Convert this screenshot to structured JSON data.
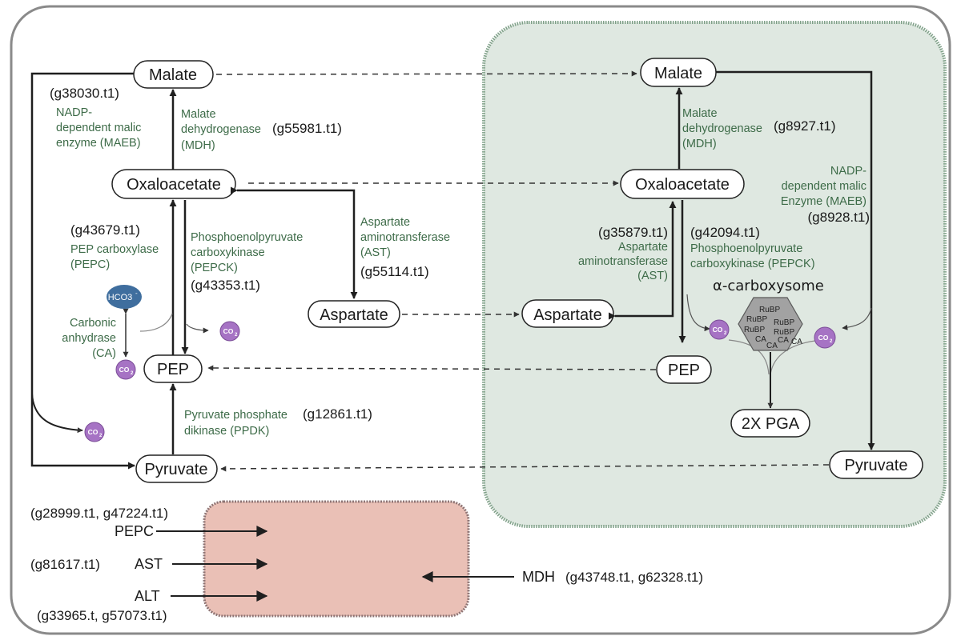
{
  "colors": {
    "enzyme_text": "#3d6b48",
    "chloroplast_fill": "#dfe8e1",
    "chloroplast_border": "#7fa088",
    "mito_fill": "#eac0b6",
    "mito_border": "#8e7474",
    "co2_fill": "#a673c4",
    "hco3_fill": "#3f6e9e",
    "carboxysome_fill": "#a2a2a2"
  },
  "left": {
    "malate": "Malate",
    "oxaloacetate": "Oxaloacetate",
    "aspartate": "Aspartate",
    "pep": "PEP",
    "pyruvate": "Pyruvate",
    "maeb_gene": "(g38030.t1)",
    "maeb_enzyme": [
      "NADP-",
      "dependent malic",
      "enzyme (MAEB)"
    ],
    "mdh_enzyme": [
      "Malate",
      "dehydrogenase"
    ],
    "mdh_abbr": "(MDH)",
    "mdh_gene": "(g55981.t1)",
    "pepc_gene": "(g43679.t1)",
    "pepc_enzyme": [
      "PEP carboxylase",
      "(PEPC)"
    ],
    "pepck_enzyme": [
      "Phosphoenolpyruvate",
      "carboxykinase",
      "(PEPCK)"
    ],
    "pepck_gene": "(g43353.t1)",
    "ast_enzyme": [
      "Aspartate",
      "aminotransferase",
      "(AST)"
    ],
    "ast_gene": "(g55114.t1)",
    "ca_enzyme": [
      "Carbonic",
      "anhydrase",
      "(CA)"
    ],
    "hco3": "HCO3",
    "hco3_sup": "-",
    "ppdk_enzyme_l1": "Pyruvate phosphate",
    "ppdk_gene": "(g12861.t1)",
    "ppdk_enzyme_l2": "dikinase (PPDK)"
  },
  "co2": {
    "label": "CO",
    "sub": "2"
  },
  "chloroplast": {
    "malate": "Malate",
    "oxaloacetate": "Oxaloacetate",
    "aspartate": "Aspartate",
    "pep": "PEP",
    "pyruvate": "Pyruvate",
    "pga": "2X PGA",
    "mdh_enzyme": [
      "Malate",
      "dehydrogenase"
    ],
    "mdh_gene": "(g8927.t1)",
    "mdh_abbr": "(MDH)",
    "maeb_enzyme": [
      "NADP-",
      "dependent malic",
      "Enzyme (MAEB)"
    ],
    "maeb_gene": "(g8928.t1)",
    "ast_gene": "(g35879.t1)",
    "ast_enzyme": [
      "Aspartate",
      "aminotransferase",
      "(AST)"
    ],
    "pepck_gene": "(g42094.t1)",
    "pepck_enzyme": [
      "Phosphoenolpyruvate",
      "carboxykinase (PEPCK)"
    ],
    "carboxysome_title": "α-carboxysome",
    "carboxysome_contents": [
      "RuBP",
      "RuBP",
      "RuBP",
      "RuBP",
      "RuBP",
      "CA",
      "CA",
      "CA",
      "CA"
    ]
  },
  "mito": {
    "pepc_gene": "(g28999.t1, g47224.t1)",
    "pepc_label": "PEPC",
    "ast_gene": "(g81617.t1)",
    "ast_label": "AST",
    "alt_label": "ALT",
    "alt_gene": "(g33965.t, g57073.t1)",
    "mdh_label": "MDH",
    "mdh_gene": "(g43748.t1, g62328.t1)"
  }
}
